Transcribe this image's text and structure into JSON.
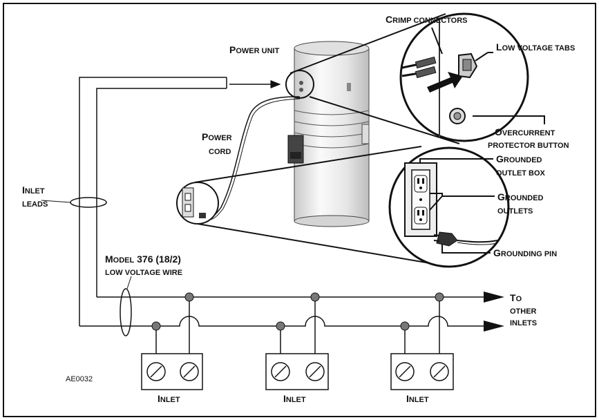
{
  "labels": {
    "crimp_connectors": {
      "cap": "C",
      "rest": "RIMP CONNECTORS"
    },
    "power_unit": {
      "cap": "P",
      "rest": "OWER UNIT"
    },
    "low_voltage_tabs": {
      "cap": "L",
      "rest": "OW VOLTAGE TABS"
    },
    "overcurrent_1": {
      "cap": "O",
      "rest": "VERCURRENT"
    },
    "overcurrent_2": "PROTECTOR BUTTON",
    "power_cord_1": {
      "cap": "P",
      "rest": "OWER"
    },
    "power_cord_2": "CORD",
    "grounded_box_1": {
      "cap": "G",
      "rest": "ROUNDED"
    },
    "grounded_box_2": "OUTLET BOX",
    "grounded_outlets_1": {
      "cap": "G",
      "rest": "ROUNDED"
    },
    "grounded_outlets_2": "OUTLETS",
    "grounding_pin": {
      "cap": "G",
      "rest": "ROUNDING PIN"
    },
    "inlet_leads_1": {
      "cap": "I",
      "rest": "NLET"
    },
    "inlet_leads_2": "LEADS",
    "model_1": {
      "cap": "M",
      "rest": "ODEL",
      "tail": " 376 (18/2)"
    },
    "model_2": "LOW VOLTAGE WIRE",
    "to_other_1": {
      "cap": "T",
      "rest": "O"
    },
    "to_other_2": "OTHER",
    "to_other_3": "INLETS",
    "inlet_a": {
      "cap": "I",
      "rest": "NLET"
    },
    "inlet_b": {
      "cap": "I",
      "rest": "NLET"
    },
    "inlet_c": {
      "cap": "I",
      "rest": "NLET"
    },
    "figure_code": "AE0032"
  },
  "colors": {
    "line": "#111111",
    "node": "#777777",
    "unit_light": "#f2f2f2",
    "unit_shade": "#c8c8c8"
  }
}
